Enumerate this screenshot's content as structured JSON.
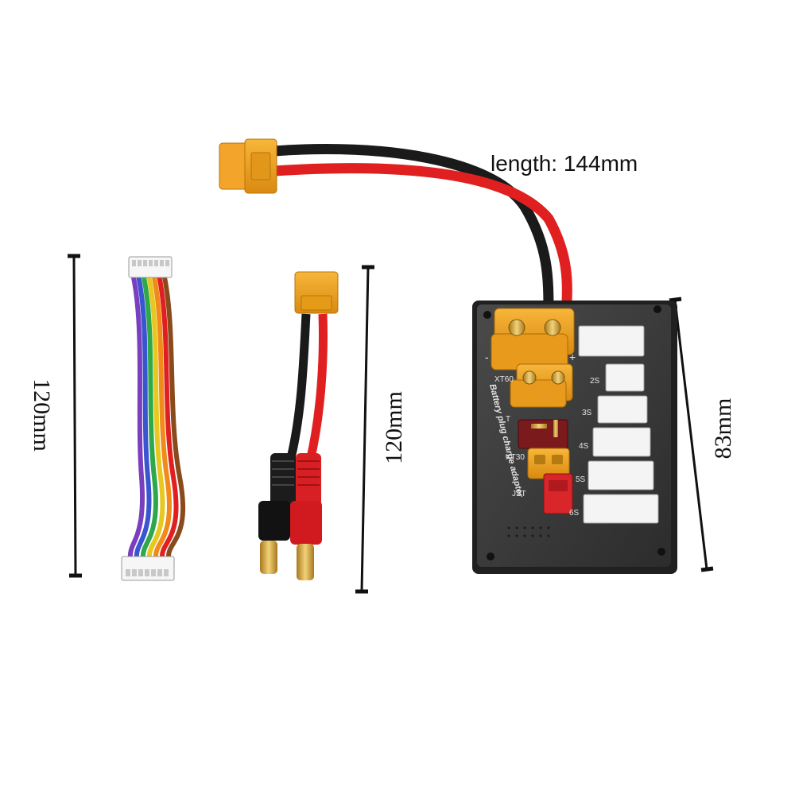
{
  "labels": {
    "cable_length": "length: 144mm",
    "balance_lead_length": "120mm",
    "banana_lead_length": "120mm",
    "board_length": "83mm"
  },
  "board_text": {
    "title": "Battery plug charge adapter",
    "xt60": "XT60",
    "t_plug": "T",
    "xt30": "XT30",
    "jst": "JST",
    "s2": "2S",
    "s3": "3S",
    "s4": "4S",
    "s5": "5S",
    "s6": "6S",
    "minus": "-",
    "plus": "+"
  },
  "colors": {
    "xt_connector": "#f0a020",
    "red_wire": "#e02020",
    "black_wire": "#1a1a1a",
    "board": "#3a3a3a",
    "jst_red": "#d8262a",
    "balance_port": "#f4f4f4"
  },
  "ribbon_colors": [
    "#7a3fbf",
    "#3a55d0",
    "#2ea84a",
    "#e8c820",
    "#f08a1a",
    "#e02020",
    "#8b4a1c"
  ]
}
